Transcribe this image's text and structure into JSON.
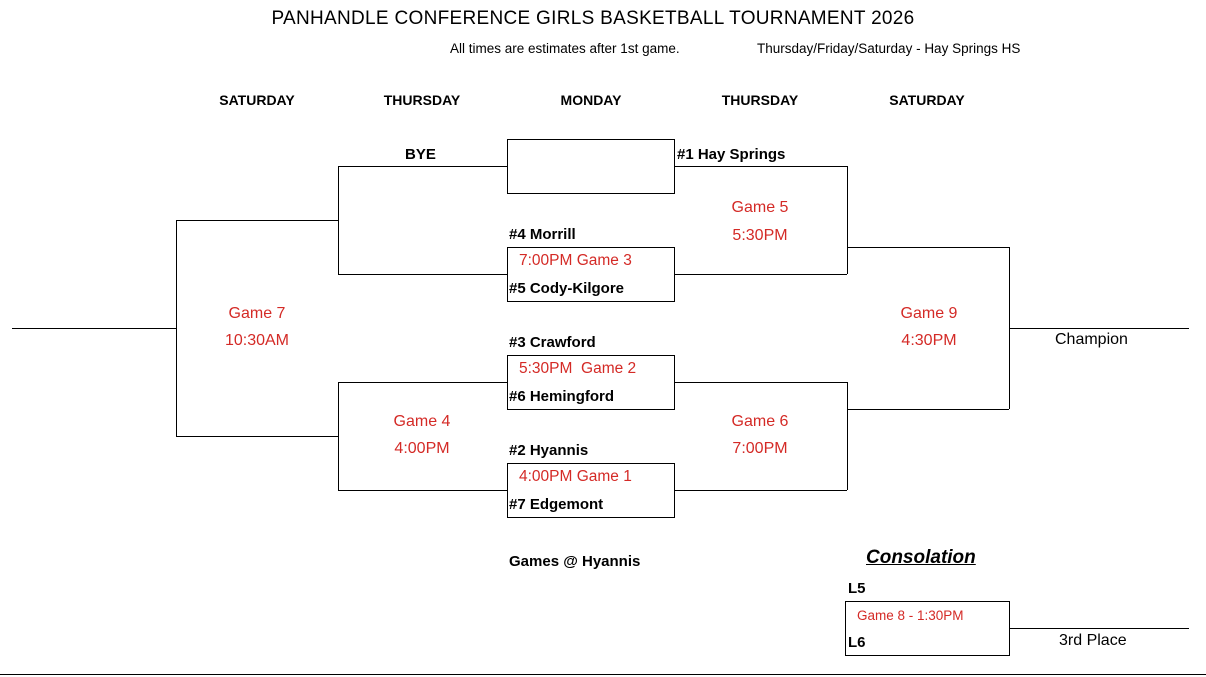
{
  "title": "PANHANDLE CONFERENCE GIRLS BASKETBALL TOURNAMENT 2026",
  "subtitle": "All times are estimates after 1st game.",
  "venue": "Thursday/Friday/Saturday - Hay Springs HS",
  "days": [
    "SATURDAY",
    "THURSDAY",
    "MONDAY",
    "THURSDAY",
    "SATURDAY"
  ],
  "teams": {
    "bye": "BYE",
    "seed1": "#1 Hay Springs",
    "seed4": "#4 Morrill",
    "seed5": "#5 Cody-Kilgore",
    "seed3": "#3 Crawford",
    "seed6": "#6 Hemingford",
    "seed2": "#2 Hyannis",
    "seed7": "#7 Edgemont"
  },
  "games": {
    "game3": "7:00PM Game 3",
    "game2": "5:30PM  Game 2",
    "game1": "4:00PM Game 1",
    "game5_name": "Game 5",
    "game5_time": "5:30PM",
    "game6_name": "Game 6",
    "game6_time": "7:00PM",
    "game4_name": "Game 4",
    "game4_time": "4:00PM",
    "game7_name": "Game 7",
    "game7_time": "10:30AM",
    "game9_name": "Game 9",
    "game9_time": "4:30PM",
    "game8": "Game 8 - 1:30PM"
  },
  "hyannis_note": "Games @ Hyannis",
  "champion": "Champion",
  "consolation": {
    "title": "Consolation",
    "l5": "L5",
    "l6": "L6",
    "third_place": "3rd Place"
  },
  "colors": {
    "red": "#d42a26",
    "line": "#000000"
  }
}
